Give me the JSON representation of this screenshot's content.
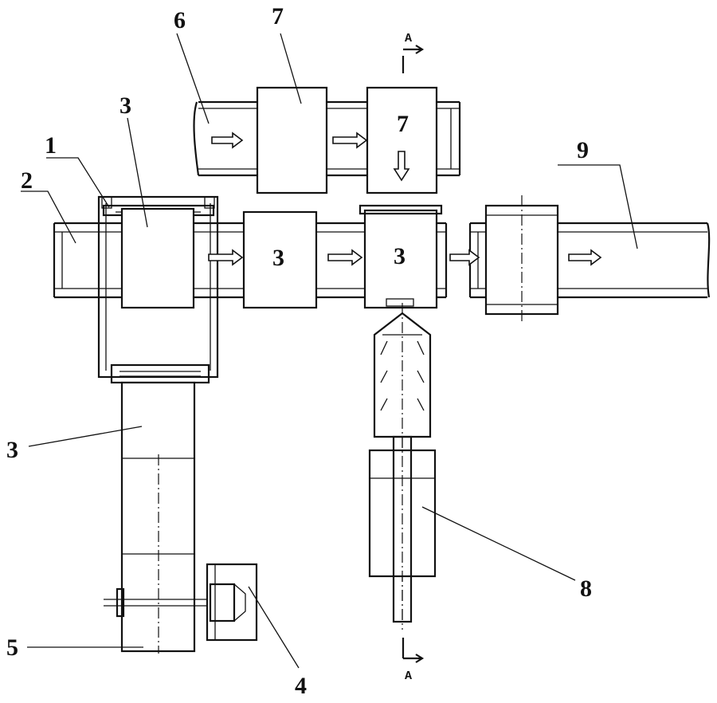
{
  "labels": {
    "n1": "1",
    "n2": "2",
    "n3_top": "3",
    "n3_mid1": "3",
    "n3_mid2": "3",
    "n3_left": "3",
    "n4": "4",
    "n5": "5",
    "n6": "6",
    "n7_top": "7",
    "n7_box": "7",
    "n8": "8",
    "n9": "9"
  },
  "section": {
    "top": "A",
    "bottom": "A"
  }
}
